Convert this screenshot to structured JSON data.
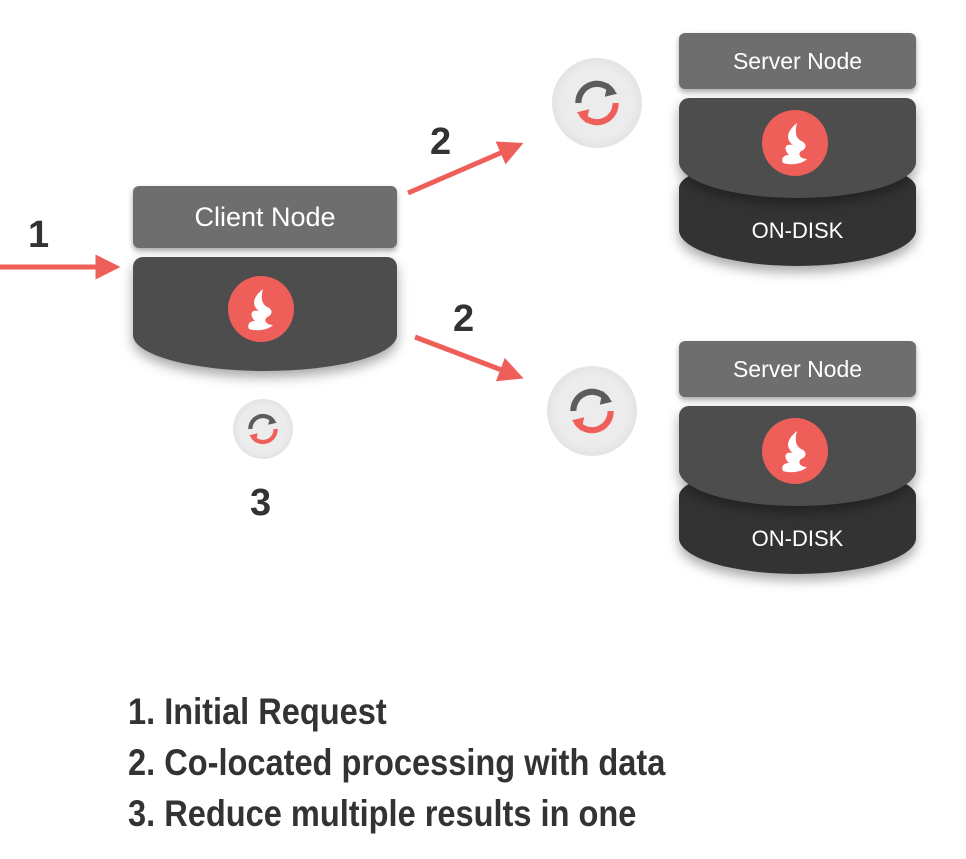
{
  "steps": {
    "initial": "1",
    "to_server_top": "2",
    "to_server_bottom": "2",
    "reduce": "3"
  },
  "client_node": {
    "label": "Client Node"
  },
  "server_nodes": [
    {
      "label": "Server Node",
      "storage": "ON-DISK"
    },
    {
      "label": "Server Node",
      "storage": "ON-DISK"
    }
  ],
  "legend": [
    "1.  Initial Request",
    "2.  Co-located processing with data",
    "3.  Reduce multiple results in one"
  ],
  "colors": {
    "accent": "#ef5f5a",
    "header": "#6e6e6e",
    "body": "#4d4d4d",
    "disk": "#333333",
    "text": "#333333"
  },
  "icons": {
    "logo": "flame-logo-icon",
    "sync": "sync-icon",
    "arrow": "arrow-icon"
  }
}
